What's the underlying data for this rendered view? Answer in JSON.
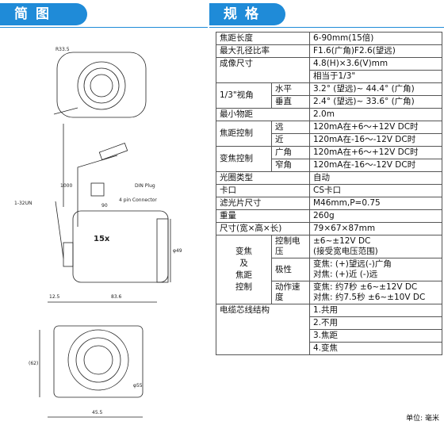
{
  "tabs": {
    "left": "简图",
    "right": "规格"
  },
  "drawing": {
    "labels": {
      "r": "R33.5",
      "plug": "DIN Plug",
      "conn": "4 pin Connector",
      "cable": "1000",
      "d90": "90",
      "thread": "1-32UN",
      "phi49": "φ49",
      "d125": "12.5",
      "d836": "83.6",
      "zoom": "15x",
      "phi55": "φ55",
      "d455": "45.5",
      "d62": "(62)"
    }
  },
  "specs": {
    "focal_label": "焦距长度",
    "focal_value": "6-90mm(15倍)",
    "aperture_label": "最大孔径比率",
    "aperture_value": "F1.6(广角)F2.6(望远)",
    "imaging_label": "成像尺寸",
    "imaging_value1": "4.8(H)×3.6(V)mm",
    "imaging_value2": "相当于1/3\"",
    "view_label": "1/3\"视角",
    "view_h_label": "水平",
    "view_h_value": "3.2° (望远)~ 44.4° (广角)",
    "view_v_label": "垂直",
    "view_v_value": "2.4° (望远)~ 33.6° (广角)",
    "mod_label": "最小物距",
    "mod_value": "2.0m",
    "focus_label": "焦距控制",
    "focus_far_label": "远",
    "focus_far_value": "120mA在+6～+12V DC时",
    "focus_near_label": "近",
    "focus_near_value": "120mA在-16～-12V DC时",
    "zoom_label": "变焦控制",
    "zoom_wide_label": "广角",
    "zoom_wide_value": "120mA在+6～+12V DC时",
    "zoom_tele_label": "窄角",
    "zoom_tele_value": "120mA在-16～-12V DC时",
    "iris_label": "光圈类型",
    "iris_value": "自动",
    "mount_label": "卡口",
    "mount_value": "CS卡口",
    "filter_label": "滤光片尺寸",
    "filter_value": "M46mm,P=0.75",
    "weight_label": "重量",
    "weight_value": "260g",
    "dim_label": "尺寸(宽×高×长)",
    "dim_value": "79×67×87mm",
    "ctrl_label1": "变焦",
    "ctrl_label2": "及",
    "ctrl_label3": "焦距",
    "ctrl_label4": "控制",
    "volt_label": "控制电压",
    "volt_value1": "±6~±12V DC",
    "volt_value2": "(接受宽电压范围)",
    "pol_label": "极性",
    "pol_value1": "变焦: (+)望远(-)广角",
    "pol_value2": "对焦: (+)近 (-)远",
    "speed_label": "动作速度",
    "speed_value1": "变焦: 约7秒 ±6~±12V DC",
    "speed_value2": "对焦: 约7.5秒 ±6~±10V DC",
    "cable_label": "电缆芯线结构",
    "cable_1": "1.共用",
    "cable_2": "2.不用",
    "cable_3": "3.焦距",
    "cable_4": "4.变焦"
  },
  "unit": "单位: 毫米"
}
